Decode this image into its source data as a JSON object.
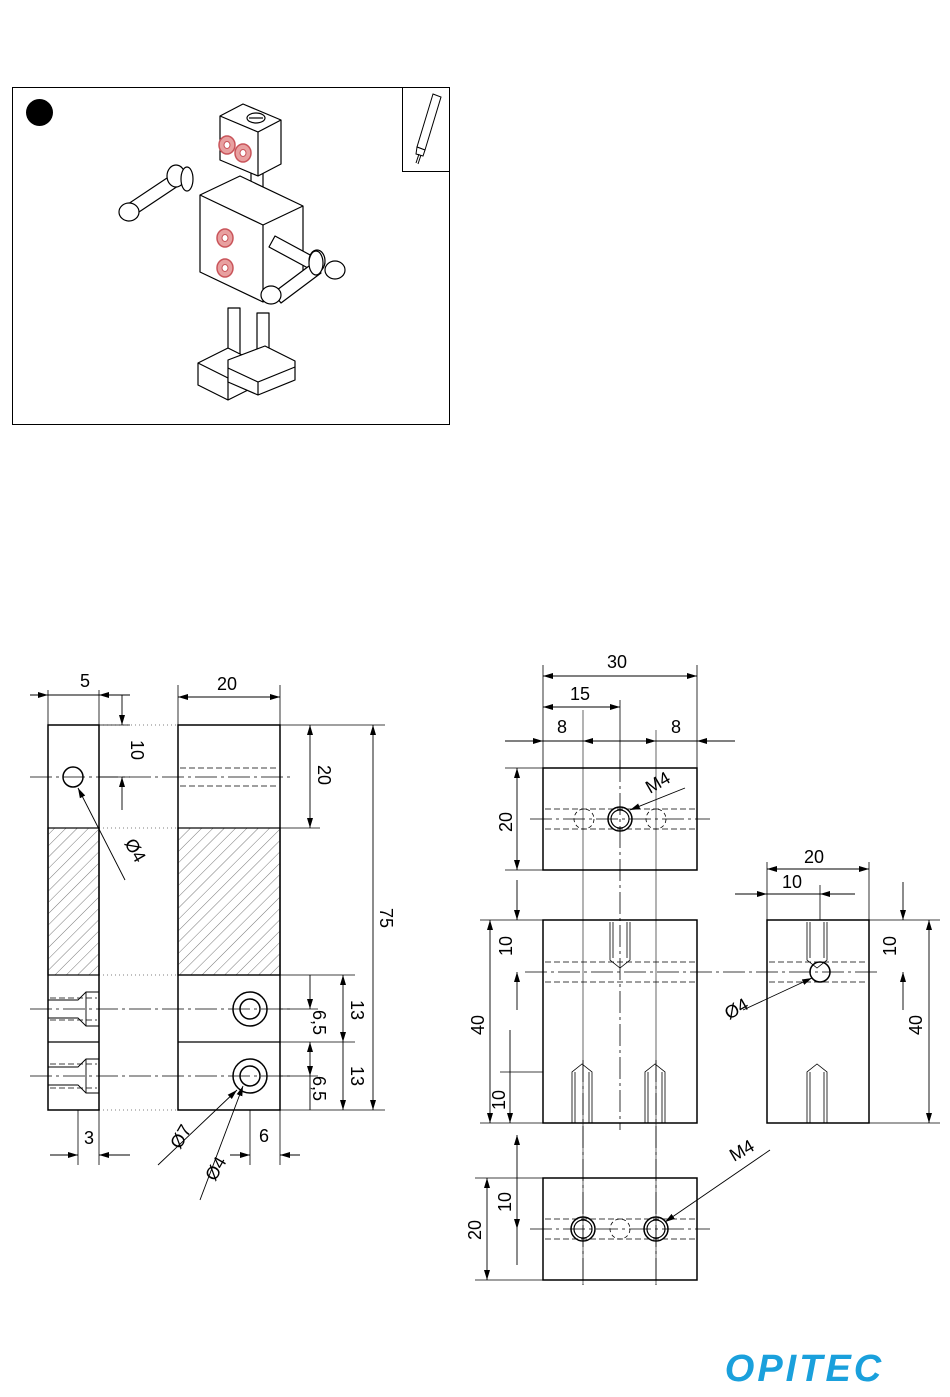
{
  "step_number_marker": "black-circle",
  "tool_icon": "glue-tube-icon",
  "colors": {
    "line": "#000000",
    "hatch": "#555555",
    "accent_red": "#c9545a",
    "accent_pink": "#e8a0a0",
    "logo_blue": "#1aa0dc"
  },
  "left_drawing": {
    "dim_top_left": "5",
    "dim_top_width": "20",
    "dim_hole_from_top": "10",
    "dim_upper_block": "20",
    "dim_hole_dia": "Ø4",
    "dim_total_height": "75",
    "dim_lower_block_1": "13",
    "dim_lower_block_2": "13",
    "dim_hole_offset_1": "6,5",
    "dim_hole_offset_2": "6,5",
    "dim_counterbore_depth": "3",
    "dim_hole_from_right": "6",
    "dim_counterbore_dia": "Ø7",
    "dim_bore_dia": "Ø4"
  },
  "right_drawing": {
    "dim_width": "30",
    "dim_half": "15",
    "dim_left_offset": "8",
    "dim_right_offset": "8",
    "dim_head_height": "20",
    "dim_head_thread": "M4",
    "dim_body_top_hole": "10",
    "dim_body_height": "40",
    "dim_body_bottom_hole": "10",
    "dim_side_width": "20",
    "dim_side_half": "10",
    "dim_side_hole_top": "10",
    "dim_side_height": "40",
    "dim_side_hole_dia": "Ø4",
    "dim_foot_height": "20",
    "dim_foot_hole": "10",
    "dim_foot_thread": "M4"
  },
  "brand": {
    "logo_text": "OPITEC"
  }
}
